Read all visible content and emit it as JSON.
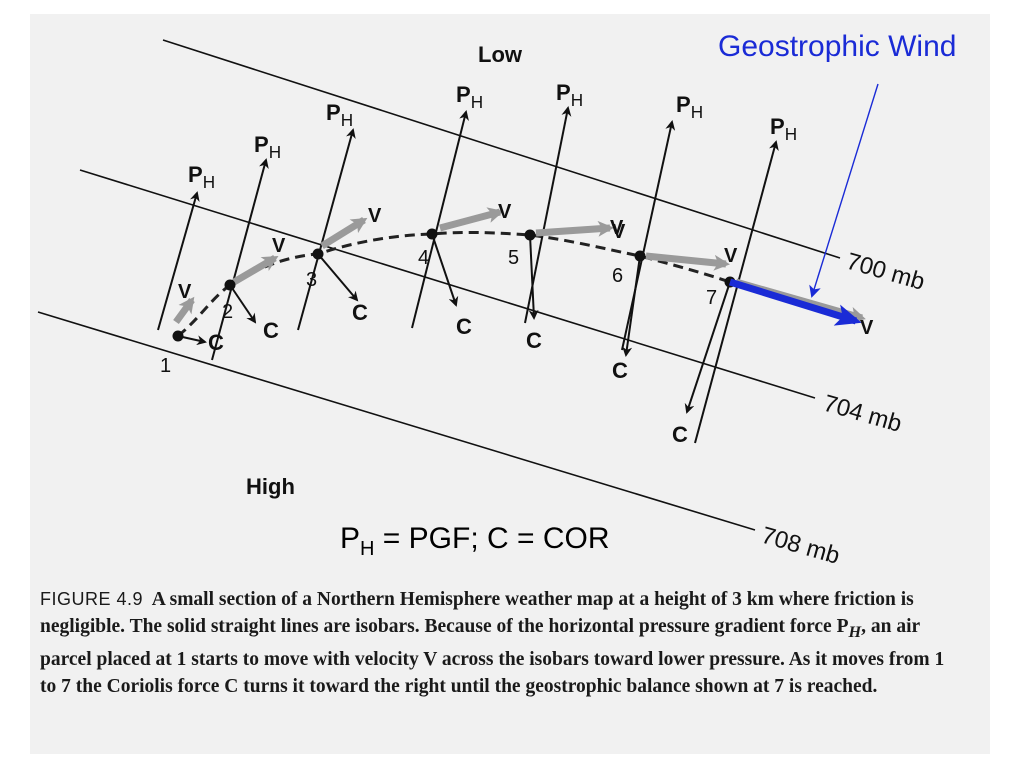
{
  "annotation": {
    "geostrophic_label": "Geostrophic Wind"
  },
  "legend": {
    "ph_main": "P",
    "ph_sub": "H",
    "rest": " = PGF; C = COR"
  },
  "regions": {
    "low": "Low",
    "high": "High"
  },
  "isobars": [
    {
      "label": "700 mb"
    },
    {
      "label": "704 mb"
    },
    {
      "label": "708 mb"
    }
  ],
  "force_labels": {
    "pgf_main": "P",
    "pgf_sub": "H",
    "coriolis": "C",
    "velocity": "V"
  },
  "points": [
    {
      "number": "1",
      "ph": true,
      "v": true,
      "c": true
    },
    {
      "number": "2",
      "ph": true,
      "v": true,
      "c": true
    },
    {
      "number": "3",
      "ph": true,
      "v": true,
      "c": true
    },
    {
      "number": "4",
      "ph": true,
      "v": true,
      "c": true
    },
    {
      "number": "5",
      "ph": true,
      "v": true,
      "c": true
    },
    {
      "number": "6",
      "ph": true,
      "v": true,
      "c": true
    },
    {
      "number": "7",
      "ph": true,
      "v": true,
      "c": true
    }
  ],
  "colors": {
    "geostrophic": "#1a2bd6",
    "velocity_arrow": "#9a9a9a",
    "ink": "#111111"
  },
  "caption": {
    "figure_number": "FIGURE 4.9",
    "text": "A small section of a Northern Hemisphere weather map at a height of 3 km where friction is negligible. The solid straight lines are isobars. Because of the horizontal pressure gradient force P",
    "text_sub": "H",
    "text_end": ", an air parcel placed at 1 starts to move with velocity V across the isobars toward lower pressure. As it moves from 1 to 7 the Coriolis force C turns it toward the right until the geostrophic balance shown at 7 is reached."
  }
}
